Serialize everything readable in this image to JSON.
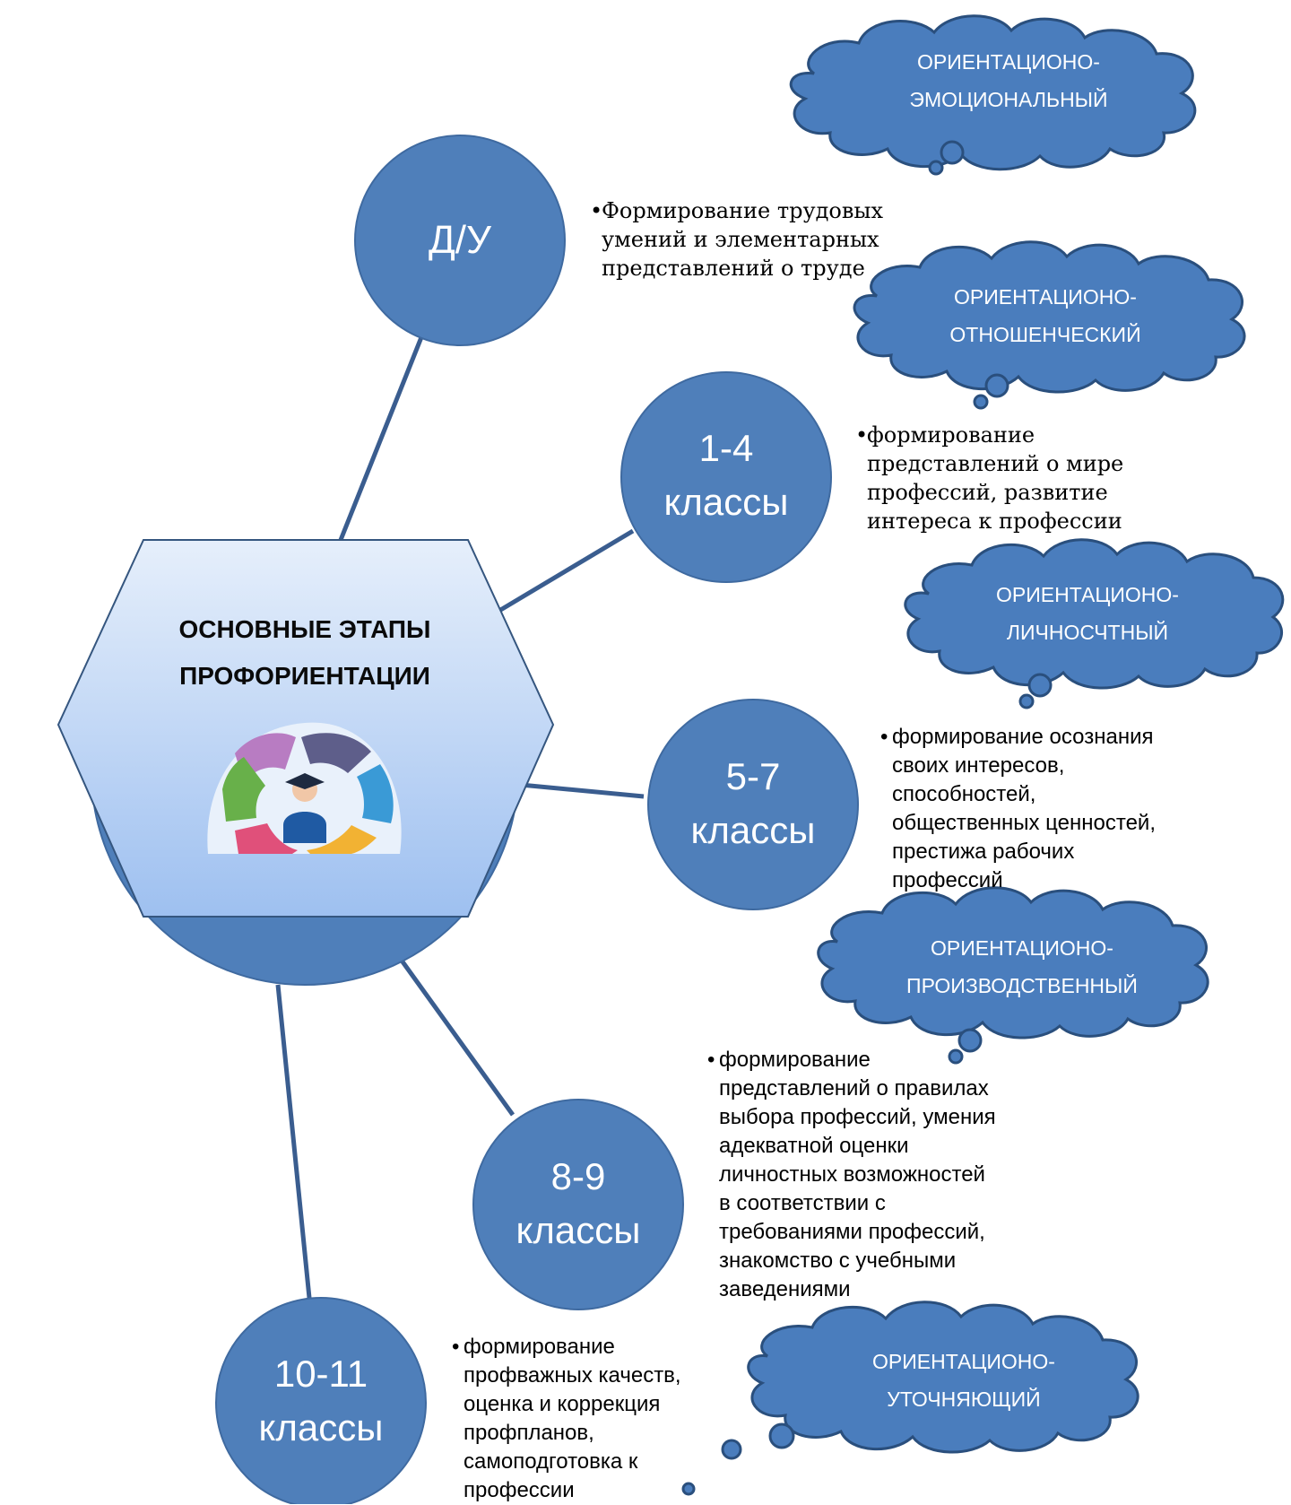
{
  "hub": {
    "title_line1": "ОСНОВНЫЕ ЭТАПЫ",
    "title_line2": "ПРОФОРИЕНТАЦИИ",
    "emblem_icon": "education-collage-icon"
  },
  "colors": {
    "node_fill": "#4f7fba",
    "node_stroke": "#3f6aa0",
    "cloud_fill": "#4a7dbd",
    "cloud_stroke": "#2a4f7d",
    "hex_top": "#e6effb",
    "hex_bottom": "#9ec0f0",
    "connector": "#3a5d8f"
  },
  "stages": [
    {
      "line1": "Д/У",
      "line2": ""
    },
    {
      "line1": "1-4",
      "line2": "классы"
    },
    {
      "line1": "5-7",
      "line2": "классы"
    },
    {
      "line1": "8-9",
      "line2": "классы"
    },
    {
      "line1": "10-11",
      "line2": "классы"
    }
  ],
  "descriptions": [
    {
      "lines": [
        "Формирование трудовых",
        "умений и элементарных",
        "представлений о труде"
      ]
    },
    {
      "lines": [
        "формирование",
        "представлений о мире",
        "профессий, развитие",
        "интереса к профессии"
      ]
    },
    {
      "lines": [
        "формирование осознания",
        "своих интересов,",
        "способностей,",
        "общественных ценностей,",
        "престижа рабочих",
        "профессий"
      ]
    },
    {
      "lines": [
        "формирование",
        "представлений о правилах",
        "выбора профессий, умения",
        "адекватной оценки",
        "личностных возможностей",
        "в соответствии с",
        "требованиями профессий,",
        "знакомство с учебными",
        "заведениями"
      ]
    },
    {
      "lines": [
        "формирование",
        "профважных качеств,",
        "оценка и коррекция",
        "профпланов,",
        "самоподготовка к",
        "профессии"
      ]
    }
  ],
  "clouds": [
    {
      "line1": "ОРИЕНТАЦИОНО-",
      "line2": "ЭМОЦИОНАЛЬНЫЙ"
    },
    {
      "line1": "ОРИЕНТАЦИОНО-",
      "line2": "ОТНОШЕНЧЕСКИЙ"
    },
    {
      "line1": "ОРИЕНТАЦИОНО-",
      "line2": "ЛИЧНОСЧТНЫЙ"
    },
    {
      "line1": "ОРИЕНТАЦИОНО-",
      "line2": "ПРОИЗВОДСТВЕННЫЙ"
    },
    {
      "line1": "ОРИЕНТАЦИОНО-",
      "line2": "УТОЧНЯЮЩИЙ"
    }
  ]
}
